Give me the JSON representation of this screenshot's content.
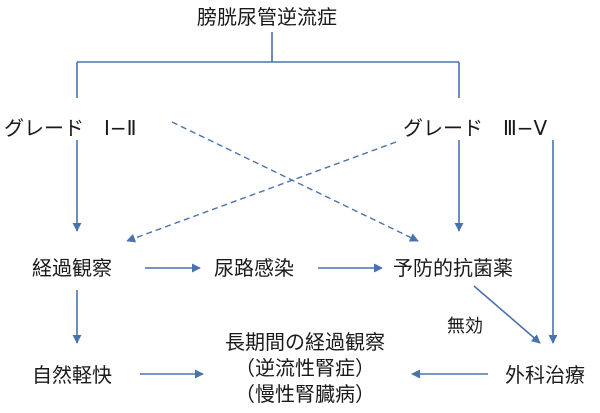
{
  "colors": {
    "arrow": "#4a72b0",
    "text": "#1a1a1a",
    "background": "#ffffff"
  },
  "nodes": {
    "root": "膀胱尿管逆流症",
    "grade_low": "グレード　Ⅰ−Ⅱ",
    "grade_high": "グレード　Ⅲ−Ⅴ",
    "observation": "経過観察",
    "uti": "尿路感染",
    "antibiotics": "予防的抗菌薬",
    "spontaneous": "自然軽快",
    "long_term_line1": "長期間の経過観察",
    "long_term_line2": "（逆流性腎症）",
    "long_term_line3": "（慢性腎臓病）",
    "surgery": "外科治療"
  },
  "edge_labels": {
    "ineffective": "無効"
  }
}
